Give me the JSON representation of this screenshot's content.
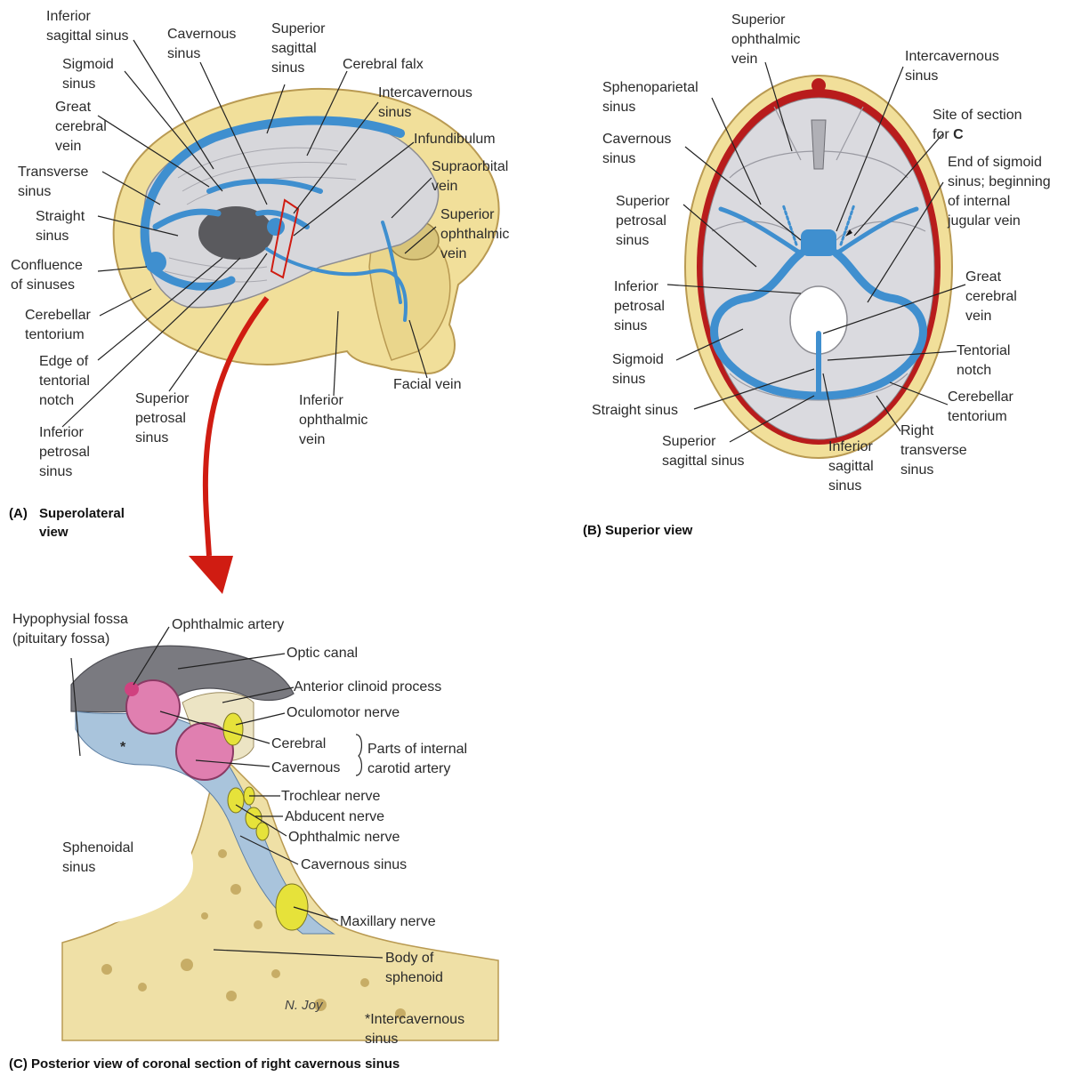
{
  "panel_a": {
    "caption_prefix": "(A)",
    "caption": "Superolateral\nview",
    "labels": {
      "inferior_sagittal_sinus": "Inferior\nsagittal sinus",
      "cavernous_sinus": "Cavernous\nsinus",
      "superior_sagittal_sinus": "Superior\nsagittal\nsinus",
      "sigmoid_sinus": "Sigmoid\nsinus",
      "cerebral_falx": "Cerebral falx",
      "intercavernous_sinus": "Intercavernous\nsinus",
      "great_cerebral_vein": "Great\ncerebral\nvein",
      "infundibulum": "Infundibulum",
      "transverse_sinus": "Transverse\nsinus",
      "supraorbital_vein": "Supraorbital\nvein",
      "straight_sinus": "Straight\nsinus",
      "superior_ophthalmic_vein": "Superior\nophthalmic\nvein",
      "confluence_of_sinuses": "Confluence\nof sinuses",
      "cerebellar_tentorium": "Cerebellar\ntentorium",
      "edge_of_tentorial_notch": "Edge of\ntentorial\nnotch",
      "facial_vein": "Facial vein",
      "superior_petrosal_sinus": "Superior\npetrosal\nsinus",
      "inferior_ophthalmic_vein": "Inferior\nophthalmic\nvein",
      "inferior_petrosal_sinus": "Inferior\npetrosal\nsinus"
    }
  },
  "panel_b": {
    "caption": "(B) Superior view",
    "labels": {
      "superior_ophthalmic_vein": "Superior\nophthalmic\nvein",
      "intercavernous_sinus": "Intercavernous\nsinus",
      "sphenoparietal_sinus": "Sphenoparietal\nsinus",
      "site_of_section": "Site of section\nfor",
      "site_of_section_letter": "C",
      "cavernous_sinus": "Cavernous\nsinus",
      "end_of_sigmoid": "End of sigmoid\nsinus; beginning\nof internal\njugular vein",
      "superior_petrosal_sinus": "Superior\npetrosal\nsinus",
      "inferior_petrosal_sinus": "Inferior\npetrosal\nsinus",
      "great_cerebral_vein": "Great\ncerebral\nvein",
      "sigmoid_sinus": "Sigmoid\nsinus",
      "tentorial_notch": "Tentorial\nnotch",
      "straight_sinus": "Straight sinus",
      "cerebellar_tentorium": "Cerebellar\ntentorium",
      "superior_sagittal_sinus": "Superior\nsagittal sinus",
      "inferior_sagittal_sinus": "Inferior\nsagittal\nsinus",
      "right_transverse_sinus": "Right\ntransverse\nsinus"
    }
  },
  "panel_c": {
    "caption": "(C) Posterior view of coronal section of right cavernous sinus",
    "labels": {
      "hypophysial_fossa": "Hypophysial fossa\n(pituitary fossa)",
      "ophthalmic_artery": "Ophthalmic artery",
      "optic_canal": "Optic canal",
      "anterior_clinoid_process": "Anterior clinoid process",
      "oculomotor_nerve": "Oculomotor nerve",
      "cerebral": "Cerebral",
      "cavernous": "Cavernous",
      "parts_of_ica": "Parts of internal\ncarotid artery",
      "trochlear_nerve": "Trochlear nerve",
      "abducent_nerve": "Abducent nerve",
      "ophthalmic_nerve": "Ophthalmic nerve",
      "sphenoidal_sinus": "Sphenoidal\nsinus",
      "cavernous_sinus": "Cavernous sinus",
      "maxillary_nerve": "Maxillary nerve",
      "body_of_sphenoid": "Body of\nsphenoid",
      "intercavernous_note": "*Intercavernous\nsinus",
      "asterisk": "*",
      "signature": "N. Joy"
    }
  },
  "colors": {
    "bone": "#f1df9a",
    "bone_edge": "#b99a52",
    "sinus_blue": "#3f8fcf",
    "dura_gray": "#c9c9cd",
    "artery_pink": "#e07fb0",
    "nerve_yellow": "#e6e23a",
    "arrow_red": "#d01c12",
    "dura_red": "#b81c1c"
  }
}
